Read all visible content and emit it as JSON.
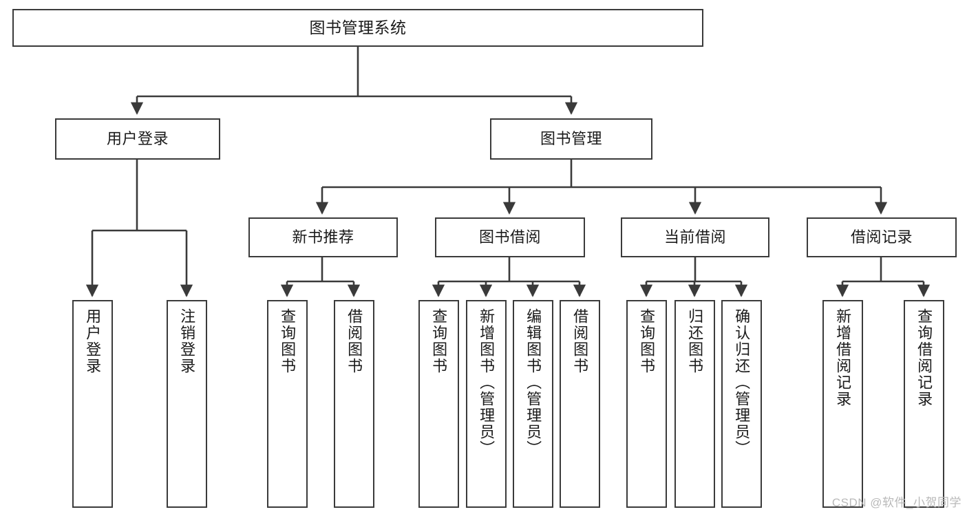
{
  "diagram": {
    "type": "tree-hierarchy-functional-decomposition",
    "title": "图书管理系统",
    "watermark": "CSDN @软件_小贺同学",
    "colors": {
      "border": "#3a3a3a",
      "background": "#ffffff",
      "text": "#1a1a1a",
      "watermark": "#b9b9b9"
    },
    "nodes": {
      "root": {
        "label": "图书管理系统",
        "level": 1
      },
      "level2": [
        {
          "id": "user-login",
          "label": "用户登录"
        },
        {
          "id": "book-management",
          "label": "图书管理"
        }
      ],
      "level3": [
        {
          "id": "new-book-recommend",
          "label": "新书推荐",
          "parent": "book-management"
        },
        {
          "id": "book-borrow",
          "label": "图书借阅",
          "parent": "book-management"
        },
        {
          "id": "current-borrow",
          "label": "当前借阅",
          "parent": "book-management"
        },
        {
          "id": "borrow-record",
          "label": "借阅记录",
          "parent": "book-management"
        }
      ],
      "leaves": [
        {
          "id": "leaf-user-login",
          "label": "用户登录",
          "parent": "user-login"
        },
        {
          "id": "leaf-logout-login",
          "label": "注销登录",
          "parent": "user-login"
        },
        {
          "id": "leaf-query-book-1",
          "label": "查询图书",
          "parent": "new-book-recommend"
        },
        {
          "id": "leaf-borrow-book-1",
          "label": "借阅图书",
          "parent": "new-book-recommend"
        },
        {
          "id": "leaf-query-book-2",
          "label": "查询图书",
          "parent": "book-borrow"
        },
        {
          "id": "leaf-add-book",
          "label": "新增图书（管理员）",
          "parent": "book-borrow"
        },
        {
          "id": "leaf-edit-book",
          "label": "编辑图书（管理员）",
          "parent": "book-borrow"
        },
        {
          "id": "leaf-borrow-book-2",
          "label": "借阅图书",
          "parent": "book-borrow"
        },
        {
          "id": "leaf-query-book-3",
          "label": "查询图书",
          "parent": "current-borrow"
        },
        {
          "id": "leaf-return-book",
          "label": "归还图书",
          "parent": "current-borrow"
        },
        {
          "id": "leaf-confirm-return",
          "label": "确认归还（管理员）",
          "parent": "current-borrow"
        },
        {
          "id": "leaf-add-record",
          "label": "新增借阅记录",
          "parent": "borrow-record"
        },
        {
          "id": "leaf-query-record",
          "label": "查询借阅记录",
          "parent": "borrow-record"
        }
      ]
    }
  }
}
